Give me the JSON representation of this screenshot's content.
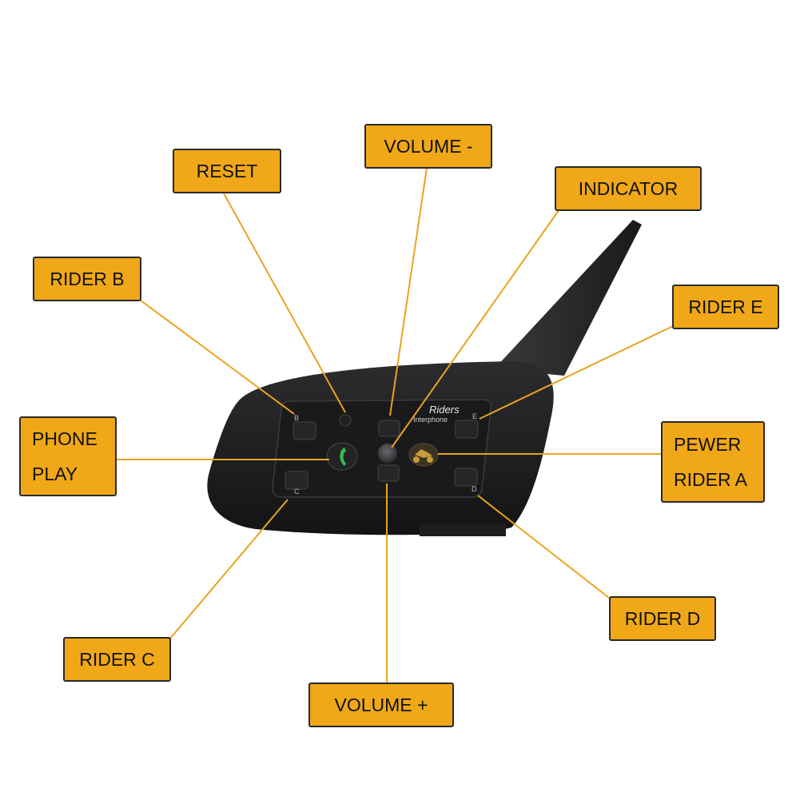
{
  "colors": {
    "label_fill": "#f0a818",
    "label_border": "#2a2a2a",
    "leader_line": "#e8a320",
    "device_body": "#1c1c1e",
    "call_icon": "#2fbf4a",
    "power_icon": "#c89a3a"
  },
  "labels": {
    "reset": "RESET",
    "volume_minus": "VOLUME -",
    "indicator": "INDICATOR",
    "rider_b": "RIDER B",
    "rider_e": "RIDER E",
    "phone_play_line1": "PHONE",
    "phone_play_line2": "PLAY",
    "power_rider_a_line1": "PEWER",
    "power_rider_a_line2": "RIDER A",
    "rider_c": "RIDER C",
    "rider_d": "RIDER D",
    "volume_plus": "VOLUME +"
  },
  "device": {
    "brand": "Riders",
    "subtitle": "Interphone",
    "button_letters": {
      "b": "B",
      "c": "C",
      "d": "D",
      "e": "E"
    },
    "icons": {
      "phone": "phone-handset-icon",
      "power": "motorcycle-power-icon",
      "indicator": "led-indicator-icon"
    }
  }
}
